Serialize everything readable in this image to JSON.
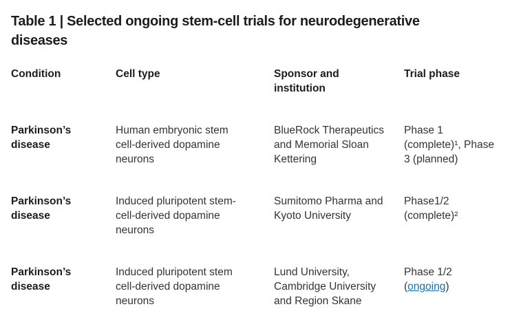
{
  "title": "Table 1 | Selected ongoing stem-cell trials for neurodegenerative\ndiseases",
  "table": {
    "headers": [
      "Condition",
      "Cell type",
      "Sponsor and\ninstitution",
      "Trial phase"
    ],
    "rows": [
      {
        "condition": "Parkinson’s\ndisease",
        "cell_type": "Human embryonic stem\ncell-derived dopamine\nneurons",
        "sponsor": "BlueRock Therapeutics\nand Memorial Sloan\nKettering",
        "phase": {
          "before": "Phase 1\n(complete)¹, Phase\n3 (planned)",
          "link": "",
          "after": ""
        }
      },
      {
        "condition": "Parkinson’s\ndisease",
        "cell_type": "Induced pluripotent stem-\ncell-derived dopamine\nneurons",
        "sponsor": "Sumitomo Pharma and\nKyoto University",
        "phase": {
          "before": "Phase1/2\n(complete)²",
          "link": "",
          "after": ""
        }
      },
      {
        "condition": "Parkinson’s\ndisease",
        "cell_type": "Induced pluripotent stem\ncell-derived dopamine\nneurons",
        "sponsor": "Lund University,\nCambridge University\nand Region Skane",
        "phase": {
          "before": "Phase 1/2\n(",
          "link": "ongoing",
          "after": ")"
        }
      }
    ]
  },
  "colors": {
    "background": "#ffffff",
    "heading_text": "#1c1c1c",
    "body_text": "#333333",
    "link_blue": "#1272b6"
  }
}
